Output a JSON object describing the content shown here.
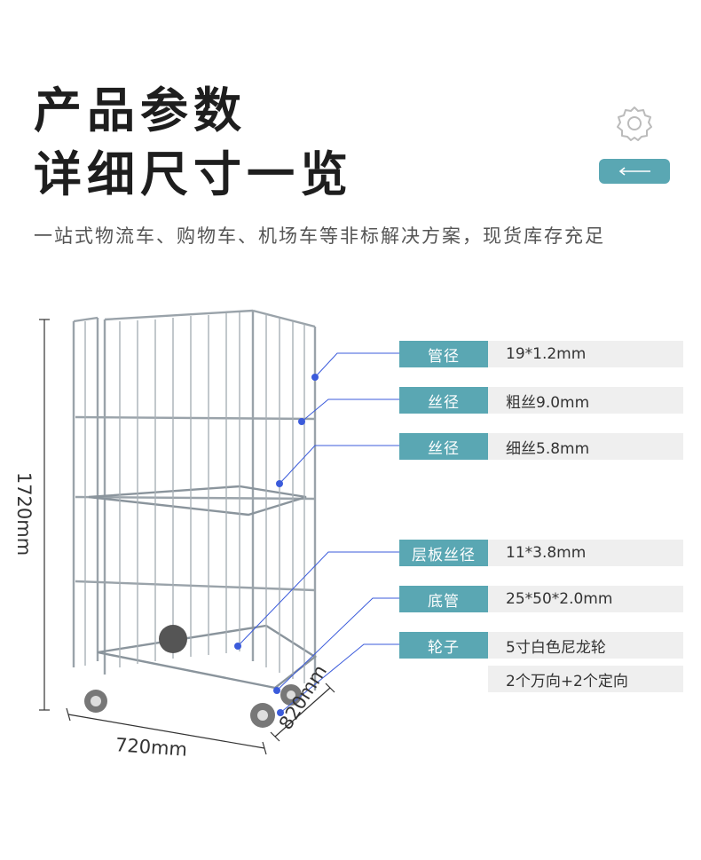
{
  "header": {
    "title_line1": "产品参数",
    "title_line2": "详细尺寸一览",
    "subtitle": "一站式物流车、购物车、机场车等非标解决方案，现货库存充足"
  },
  "dimensions": {
    "height": "1720mm",
    "width": "720mm",
    "depth": "820mm"
  },
  "specs": [
    {
      "label": "管径",
      "value": "19*1.2mm"
    },
    {
      "label": "丝径",
      "value": "粗丝9.0mm"
    },
    {
      "label": "丝径",
      "value": "细丝5.8mm"
    },
    {
      "label": "层板丝径",
      "value": "11*3.8mm"
    },
    {
      "label": "底管",
      "value": "25*50*2.0mm"
    },
    {
      "label": "轮子",
      "value": "5寸白色尼龙轮"
    }
  ],
  "extra_value": "2个万向+2个定向",
  "colors": {
    "accent": "#5aa7b3",
    "value_bg": "#efefef",
    "pointer": "#3b5bdb"
  },
  "icons": [
    "gear-icon",
    "arrow-left-icon"
  ]
}
